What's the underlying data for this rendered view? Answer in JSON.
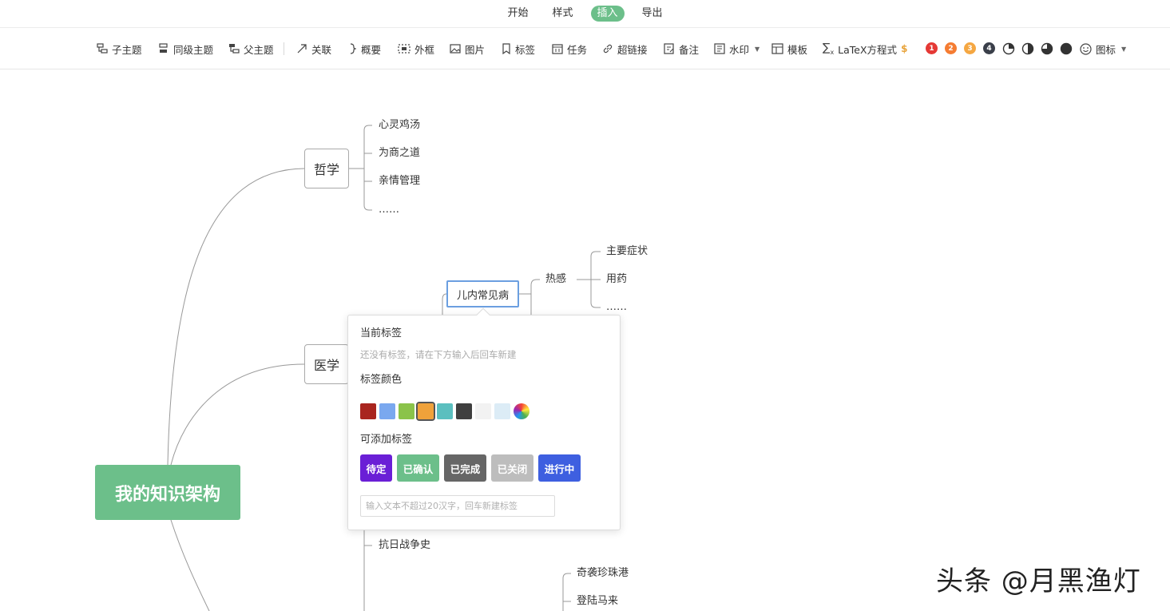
{
  "menu": {
    "tabs": [
      {
        "label": "开始"
      },
      {
        "label": "样式"
      },
      {
        "label": "插入",
        "active": true
      },
      {
        "label": "导出"
      }
    ]
  },
  "toolbar": {
    "child_topic": "子主题",
    "sibling_topic": "同级主题",
    "parent_topic": "父主题",
    "relation": "关联",
    "summary": "概要",
    "boundary": "外框",
    "image": "图片",
    "tag": "标签",
    "task": "任务",
    "hyperlink": "超链接",
    "note": "备注",
    "watermark": "水印",
    "template": "模板",
    "latex": "LaTeX方程式",
    "icon": "图标",
    "priorities": [
      {
        "label": "1",
        "color": "#e53935"
      },
      {
        "label": "2",
        "color": "#f57c32"
      },
      {
        "label": "3",
        "color": "#f5a742"
      },
      {
        "label": "4",
        "color": "#3a3f4a"
      }
    ],
    "progress_levels": [
      0.25,
      0.5,
      0.75,
      1.0
    ]
  },
  "mindmap": {
    "root": "我的知识架构",
    "philosophy": {
      "label": "哲学",
      "children": [
        "心灵鸡汤",
        "为商之道",
        "亲情管理",
        "……"
      ]
    },
    "medicine": {
      "label": "医学",
      "selected_child": "儿内常见病",
      "fever": {
        "label": "热感",
        "children": [
          "主要症状",
          "用药",
          "……"
        ]
      }
    },
    "history_items": [
      "抗日战争史"
    ],
    "ww2_items": [
      "奇袭珍珠港",
      "登陆马来"
    ]
  },
  "tag_popup": {
    "current_tags_title": "当前标签",
    "no_tags_hint": "还没有标签，请在下方输入后回车新建",
    "tag_color_title": "标签颜色",
    "colors": [
      "#a9251f",
      "#7aa8ef",
      "#8bc34a",
      "#f0a23a",
      "#5bbfbf",
      "#3f3f3f",
      "#f2f2f2",
      "#dcecf6"
    ],
    "selected_color_index": 3,
    "addable_tags_title": "可添加标签",
    "tags": [
      {
        "label": "待定",
        "color": "#6a1fd6"
      },
      {
        "label": "已确认",
        "color": "#6cbf8a"
      },
      {
        "label": "已完成",
        "color": "#666666"
      },
      {
        "label": "已关闭",
        "color": "#bdbdbd"
      },
      {
        "label": "进行中",
        "color": "#3e5fe0"
      }
    ],
    "input_placeholder": "输入文本不超过20汉字，回车新建标签"
  },
  "watermark": "头条 @月黑渔灯"
}
